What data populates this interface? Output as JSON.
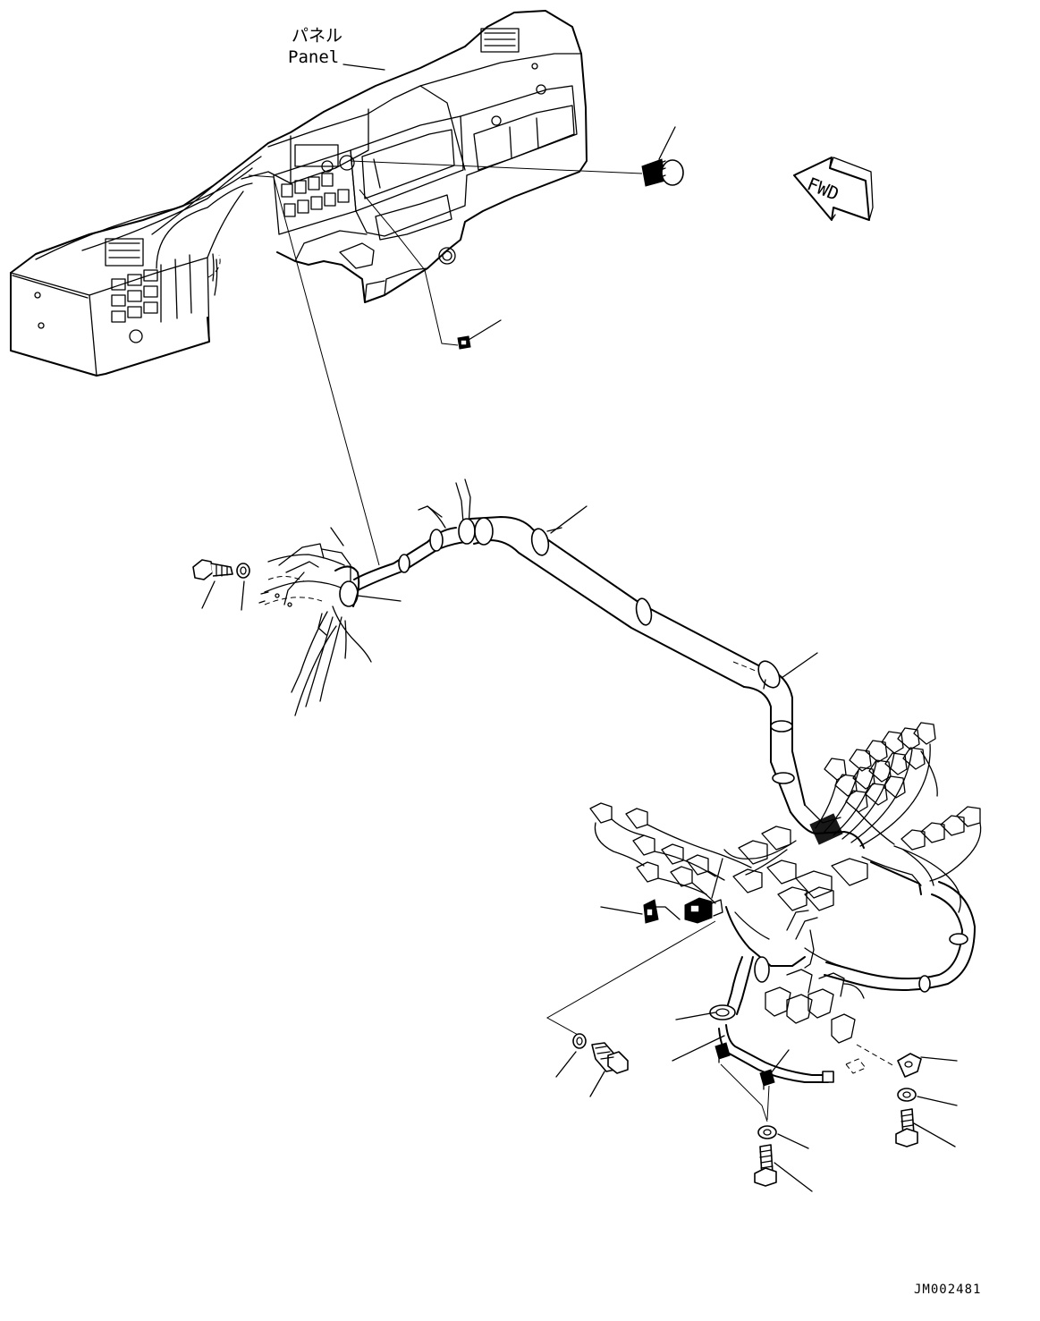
{
  "labels": {
    "panel_jp": "パネル",
    "panel_en": "Panel",
    "fwd": "FWD",
    "drawing_code": "JM002481"
  },
  "leaders": [
    "leader-switch",
    "leader-clip-top",
    "leader-bolt-left",
    "leader-washer-left",
    "leader-grommet-left",
    "leader-clamp-left",
    "leader-harness-upper",
    "leader-harness-right",
    "leader-connector-center",
    "leader-clip-lower",
    "leader-washer-lower",
    "leader-bolt-lower",
    "leader-grommet-lower",
    "leader-clamp-lower",
    "leader-ground-strap",
    "leader-terminal-right",
    "leader-washer-right",
    "leader-bolt-right",
    "leader-washer-bottom",
    "leader-bolt-bottom"
  ]
}
